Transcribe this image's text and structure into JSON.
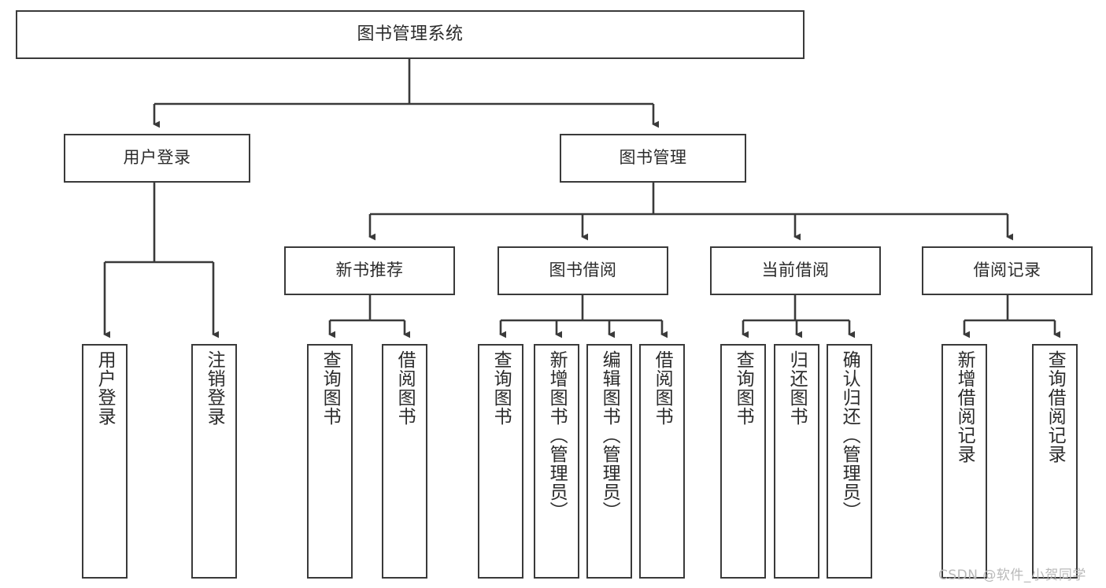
{
  "diagram": {
    "title": "图书管理系统",
    "watermark": "CSDN @软件_小贺同学",
    "colors": {
      "stroke": "#3a3a3a",
      "text": "#2b2b2b",
      "background": "#ffffff",
      "watermark": "#b9b9b9"
    },
    "nodes": {
      "root": {
        "label": "图书管理系统"
      },
      "level1": [
        {
          "label": "用户登录"
        },
        {
          "label": "图书管理"
        }
      ],
      "level2": [
        {
          "label": "新书推荐"
        },
        {
          "label": "图书借阅"
        },
        {
          "label": "当前借阅"
        },
        {
          "label": "借阅记录"
        }
      ],
      "leaves": {
        "user_login": [
          {
            "label": "用户登录"
          },
          {
            "label": "注销登录"
          }
        ],
        "new_book": [
          {
            "label": "查询图书"
          },
          {
            "label": "借阅图书"
          }
        ],
        "book_borrow": [
          {
            "label": "查询图书"
          },
          {
            "label": "新增图书（管理员）"
          },
          {
            "label": "编辑图书（管理员）"
          },
          {
            "label": "借阅图书"
          }
        ],
        "current_borrow": [
          {
            "label": "查询图书"
          },
          {
            "label": "归还图书"
          },
          {
            "label": "确认归还（管理员）"
          }
        ],
        "borrow_record": [
          {
            "label": "新增借阅记录"
          },
          {
            "label": "查询借阅记录"
          }
        ]
      }
    }
  }
}
